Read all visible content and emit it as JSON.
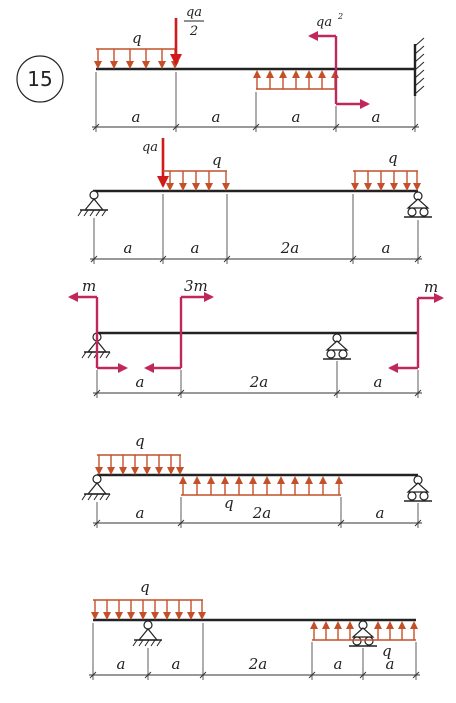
{
  "problem_number": "15",
  "labels": {
    "a": "a",
    "two_a": "2a",
    "q": "q",
    "qa": "qa",
    "qa_over_2_num": "qa",
    "qa_over_2_den": "2",
    "qa2_base": "qa",
    "qa2_exp": "2",
    "m": "m",
    "three_m": "3m"
  },
  "colors": {
    "beam": "#222222",
    "distributed_load": "#c4502a",
    "moment": "#c0285a",
    "point_force": "#d11a1a"
  },
  "icons": [
    "fixed-wall-icon",
    "pin-support-icon",
    "roller-support-icon"
  ]
}
